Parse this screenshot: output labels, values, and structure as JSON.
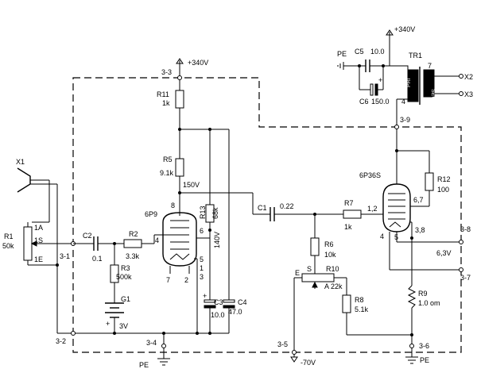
{
  "supply": {
    "v340_top": "+340V",
    "v340_mid": "+340V",
    "v_neg70": "-70V"
  },
  "connectors": {
    "x1": "X1",
    "x2": "X2",
    "x3": "X3",
    "c33": "3-3",
    "c31": "3-1",
    "c32": "3-2",
    "c34": "3-4",
    "c35": "3-5",
    "c36": "3-6",
    "c37": "3-7",
    "c38": "3-8",
    "c39": "3-9"
  },
  "ground": {
    "pe_left": "PE",
    "pe_right": "PE",
    "pe_top": "PE"
  },
  "components": {
    "r1": {
      "ref": "R1",
      "value": "50k",
      "pin_a": "1A",
      "pin_s": "1S",
      "pin_e": "1E"
    },
    "c2": {
      "ref": "C2",
      "value": "0.1"
    },
    "r2": {
      "ref": "R2",
      "value": "3.3k"
    },
    "r3": {
      "ref": "R3",
      "value": "500k"
    },
    "g1": {
      "ref": "G1",
      "value": "3V",
      "plus": "+"
    },
    "r11": {
      "ref": "R11",
      "value": "1k"
    },
    "r5": {
      "ref": "R5",
      "value": "9.1k"
    },
    "r13": {
      "ref": "R13",
      "value": "68k"
    },
    "v6p9": {
      "ref": "6P9",
      "pin8": "8",
      "pin4": "4",
      "pin6": "6",
      "pin7": "7",
      "pin2": "2",
      "pin5": "5",
      "pin1": "1",
      "pin3": "3"
    },
    "c3": {
      "ref": "C3",
      "value": "10.0"
    },
    "c4": {
      "ref": "C4",
      "value": "47.0"
    },
    "c1": {
      "ref": "C1",
      "value": "0.22"
    },
    "r7": {
      "ref": "R7",
      "value": "1k"
    },
    "r6": {
      "ref": "R6",
      "value": "10k"
    },
    "r10": {
      "ref": "R10",
      "value": "22k",
      "pin_e": "E",
      "pin_s": "S",
      "pin_a": "A"
    },
    "r8": {
      "ref": "R8",
      "value": "5.1k"
    },
    "v6p36s": {
      "ref": "6P36S",
      "pin12": "1,2",
      "pin67": "6,7",
      "pin4": "4",
      "pin5": "5",
      "pin38": "3,8"
    },
    "r12": {
      "ref": "R12",
      "value": "100"
    },
    "r9": {
      "ref": "R9",
      "value": "1.0 om"
    },
    "c5": {
      "ref": "C5",
      "value": "10.0"
    },
    "c6": {
      "ref": "C6",
      "value": "150.0"
    },
    "tr1": {
      "ref": "TR1",
      "pri": "PRI",
      "sec": "SEC",
      "pin4": "4",
      "pin7": "7"
    }
  },
  "annotations": {
    "v150": "150V",
    "v140": "140V",
    "v63": "6,3V"
  }
}
